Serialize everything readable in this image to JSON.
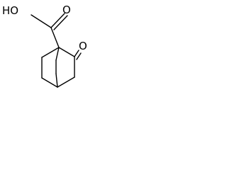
{
  "structure": {
    "labels": {
      "hydroxyl": "HO",
      "carboxyl_oxygen": "O",
      "ketone_oxygen": "O"
    }
  }
}
